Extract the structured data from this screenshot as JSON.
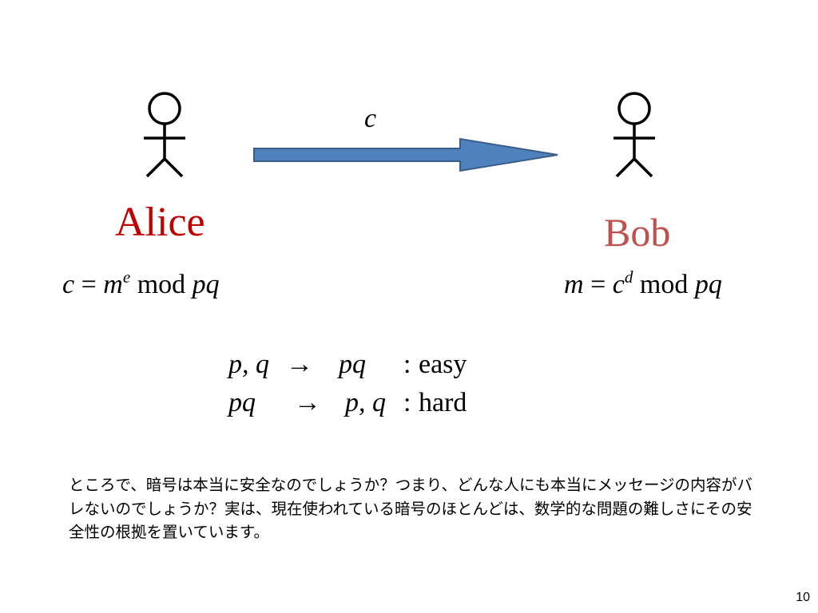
{
  "diagram": {
    "message_label": "c",
    "alice": {
      "name": "Alice",
      "formula": {
        "lhs": "c",
        "eq": " = ",
        "base": "m",
        "exp": "e",
        "op": " mod ",
        "mod": "pq"
      }
    },
    "bob": {
      "name": "Bob",
      "formula": {
        "lhs": "m",
        "eq": " = ",
        "base": "c",
        "exp": "d",
        "op": " mod ",
        "mod": "pq"
      }
    },
    "complexity": [
      {
        "from": "p, q",
        "arrow": "→",
        "to": "pq",
        "sep": ": ",
        "difficulty": "easy"
      },
      {
        "from": "pq",
        "arrow": "→",
        "to": "p, q",
        "sep": ": ",
        "difficulty": "hard"
      }
    ],
    "colors": {
      "arrow_fill": "#4f81bd",
      "arrow_stroke": "#385d8a",
      "alice_text": "#c00000",
      "bob_text": "#c0504d"
    }
  },
  "note_text": "ところで、暗号は本当に安全なのでしょうか？つまり、どんな人にも本当にメッセージの内容がバレないのでしょうか？実は、現在使われている暗号のほとんどは、数学的な問題の難しさにその安全性の根拠を置いています。",
  "page_number": "10"
}
